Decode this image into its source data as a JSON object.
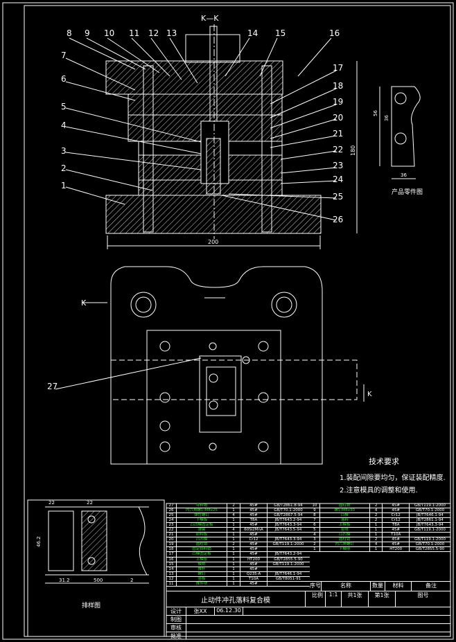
{
  "section_title": "K—K",
  "section_mark_left": "K",
  "section_mark_right": "K",
  "part_numbers": [
    "1",
    "2",
    "3",
    "4",
    "5",
    "6",
    "7",
    "8",
    "9",
    "10",
    "11",
    "12",
    "13",
    "14",
    "15",
    "16",
    "17",
    "18",
    "19",
    "20",
    "21",
    "22",
    "23",
    "24",
    "25",
    "26",
    "27"
  ],
  "dimensions": {
    "width_main": "200",
    "height_main": "180",
    "product_h1": "56",
    "product_h2": "36",
    "product_w": "36",
    "strip_w": "500",
    "strip_h": "46.2",
    "strip_a": "22",
    "strip_b": "22",
    "strip_c": "31.2",
    "strip_d": "2"
  },
  "labels": {
    "product_view": "产品零件图",
    "strip_view": "排样图",
    "tech_title": "技术要求",
    "tech_1": "1.装配间隙要均匀，保证装配精度.",
    "tech_2": "2.注意模具的调整和使用."
  },
  "bom_left": [
    {
      "no": "27",
      "name": "导料销",
      "qty": "2",
      "mat": "45#",
      "std": "GB/T2861.8-94"
    },
    {
      "no": "26",
      "name": "内六角螺钉M8x25",
      "qty": "1",
      "mat": "45#",
      "std": "GB/T70.1-2000"
    },
    {
      "no": "25",
      "name": "弹性螺钉",
      "qty": "4",
      "mat": "45#",
      "std": "GB/T2867.5-94"
    },
    {
      "no": "24",
      "name": "下模板",
      "qty": "1",
      "mat": "T8A",
      "std": "JB/T7643.2-94"
    },
    {
      "no": "23",
      "name": "凸凹模固定板",
      "qty": "1",
      "mat": "45#",
      "std": "JB/T7643.3-94"
    },
    {
      "no": "22",
      "name": "弹簧",
      "qty": "4",
      "mat": "60Si2MnA",
      "std": "JB/T7643.5-94"
    },
    {
      "no": "21",
      "name": "卸料板",
      "qty": "1",
      "mat": "45#",
      "std": ""
    },
    {
      "no": "20",
      "name": "凸凹模",
      "qty": "1",
      "mat": "Cr12",
      "std": "JB/T7643.3-94"
    },
    {
      "no": "19",
      "name": "圆柱销",
      "qty": "2",
      "mat": "45#",
      "std": "GB/T119.1-2000"
    },
    {
      "no": "18",
      "name": "固定挡料销",
      "qty": "1",
      "mat": "45#",
      "std": ""
    },
    {
      "no": "17",
      "name": "凸模固定板",
      "qty": "1",
      "mat": "45#",
      "std": "JB/T7643.2-94"
    },
    {
      "no": "16",
      "name": "上模座",
      "qty": "1",
      "mat": "HT200",
      "std": "GB/T2855.5-90"
    },
    {
      "no": "15",
      "name": "模柄",
      "qty": "1",
      "mat": "45#",
      "std": "GB/T119.1-2000"
    },
    {
      "no": "14",
      "name": "推杆",
      "qty": "1",
      "mat": "45#",
      "std": ""
    },
    {
      "no": "13",
      "name": "螺钉",
      "qty": "1",
      "mat": "Q235-A",
      "std": "JB/T7646.1-94"
    },
    {
      "no": "12",
      "name": "垫板",
      "qty": "1",
      "mat": "T10A",
      "std": "GB/T8051-91"
    },
    {
      "no": "11",
      "name": "推件块",
      "qty": "1",
      "mat": "45#",
      "std": ""
    }
  ],
  "bom_right": [
    {
      "no": "10",
      "name": "圆柱销",
      "qty": "2",
      "mat": "45#",
      "std": "GB/T119.1-2000"
    },
    {
      "no": "9",
      "name": "螺钉M8x30",
      "qty": "4",
      "mat": "45#",
      "std": "GB/T70.1-2000"
    },
    {
      "no": "8",
      "name": "凸模",
      "qty": "2",
      "mat": "Cr12",
      "std": "JB/T7646.1-94"
    },
    {
      "no": "7",
      "name": "落料",
      "qty": "2",
      "mat": "Cr12",
      "std": "JB/T2861.1-94"
    },
    {
      "no": "6",
      "name": "上模板",
      "qty": "1",
      "mat": "T8A",
      "std": "JB/T7643.3-94"
    },
    {
      "no": "5",
      "name": "垫块",
      "qty": "1",
      "mat": "45#",
      "std": "GB/T119.1-2000"
    },
    {
      "no": "4",
      "name": "凸凹模",
      "qty": "1",
      "mat": "T10A",
      "std": ""
    },
    {
      "no": "3",
      "name": "圆柱销",
      "qty": "2",
      "mat": "45#",
      "std": "GB/T119.1-2000"
    },
    {
      "no": "2",
      "name": "内六角螺钉",
      "qty": "4",
      "mat": "45#",
      "std": "GB/T70.1-2000"
    },
    {
      "no": "1",
      "name": "下模座",
      "qty": "1",
      "mat": "HT200",
      "std": "GB/T2855.5-90"
    }
  ],
  "bom_header": {
    "no": "序号",
    "name": "名称",
    "qty": "数量",
    "mat": "材料",
    "std": "备注"
  },
  "title_block": {
    "drawing_title": "止动件冲孔落料复合模",
    "ratio_label": "比例",
    "ratio": "1:1",
    "sheet": "共1张",
    "weight": "第1张",
    "part_label": "图号",
    "designer": "设计",
    "checker": "审核",
    "approver": "批准",
    "drawer": "制图",
    "date": "06.12.30",
    "name": "张XX"
  },
  "colors": {
    "line": "#ffffff",
    "accent": "#2bd22b",
    "highlight": "#e6e600",
    "background": "#000000"
  }
}
